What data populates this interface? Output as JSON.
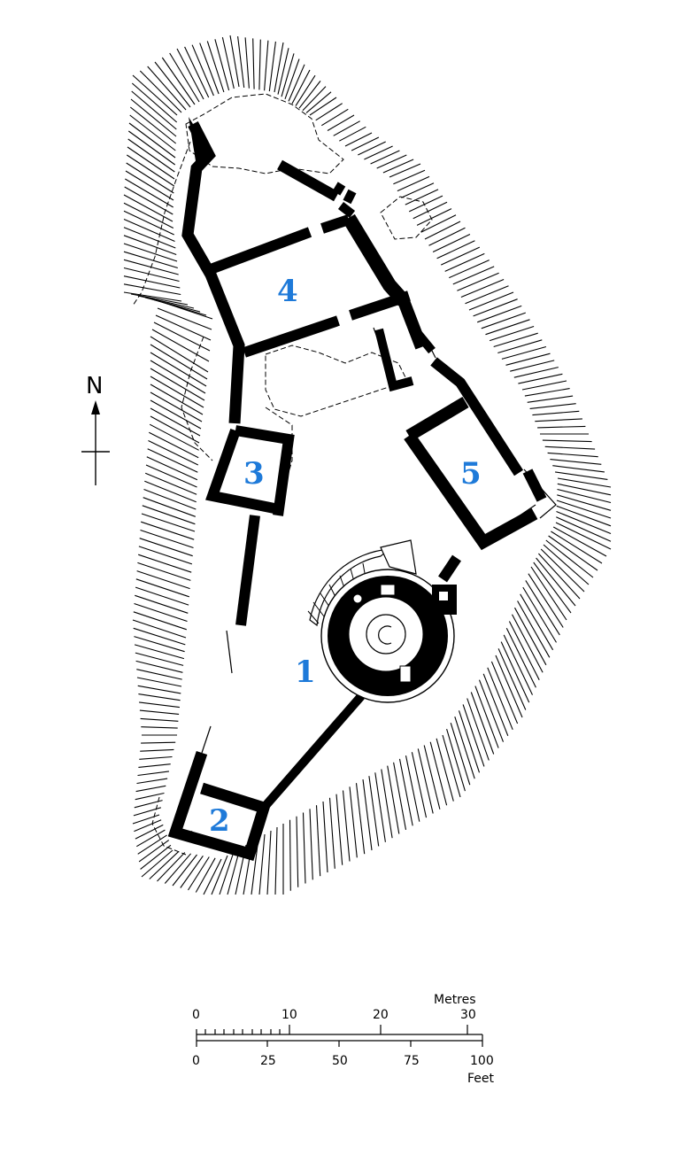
{
  "north": {
    "label": "N"
  },
  "numbers": [
    "1",
    "2",
    "3",
    "4",
    "5"
  ],
  "colors": {
    "wall": "#000000",
    "label": "#1e7ad9",
    "ink": "#000000",
    "background": "#ffffff"
  },
  "scale": {
    "metres_label": "Metres",
    "metres_ticks": [
      "0",
      "10",
      "20",
      "30"
    ],
    "feet_label": "Feet",
    "feet_ticks": [
      "0",
      "25",
      "50",
      "75",
      "100"
    ]
  }
}
